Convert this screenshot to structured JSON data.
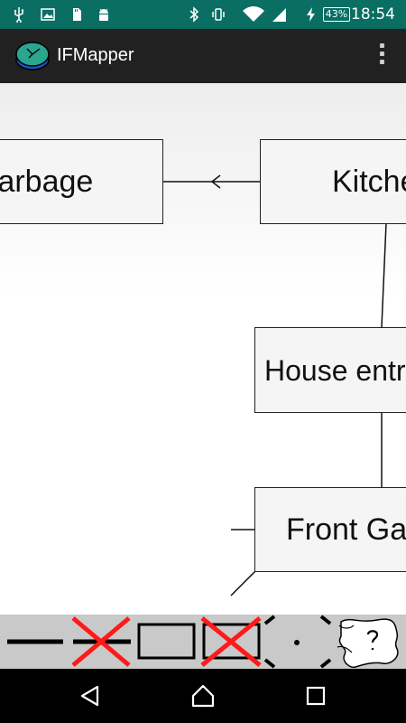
{
  "status_bar": {
    "time": "18:54",
    "battery_percent": "43%",
    "icons": [
      "usb-icon",
      "image-icon",
      "sd-card-icon",
      "android-debug-icon",
      "bluetooth-icon",
      "vibrate-icon",
      "wifi-icon",
      "cell-signal-icon",
      "charging-icon",
      "battery-icon"
    ]
  },
  "app_bar": {
    "title": "IFMapper",
    "icon": "ifmapper-app-icon",
    "menu_icon": "overflow-menu-icon"
  },
  "map": {
    "rooms": [
      {
        "id": "garbage",
        "label": "Garbage"
      },
      {
        "id": "kitchen",
        "label": "Kitchen"
      },
      {
        "id": "house-entrance",
        "label": "House entrance"
      },
      {
        "id": "front-garden",
        "label": "Front Garden"
      }
    ]
  },
  "toolbar": {
    "tools": [
      "add-connection-tool",
      "delete-connection-tool",
      "add-room-tool",
      "delete-room-tool",
      "select-area-tool",
      "help-scroll-icon"
    ]
  },
  "nav_bar": {
    "buttons": [
      "back-icon",
      "home-icon",
      "recents-icon"
    ]
  },
  "colors": {
    "status_bar": "#0a6e63",
    "app_bar": "#212121",
    "toolbar": "#c9c9c9",
    "delete_cross": "#ff1a1a"
  }
}
